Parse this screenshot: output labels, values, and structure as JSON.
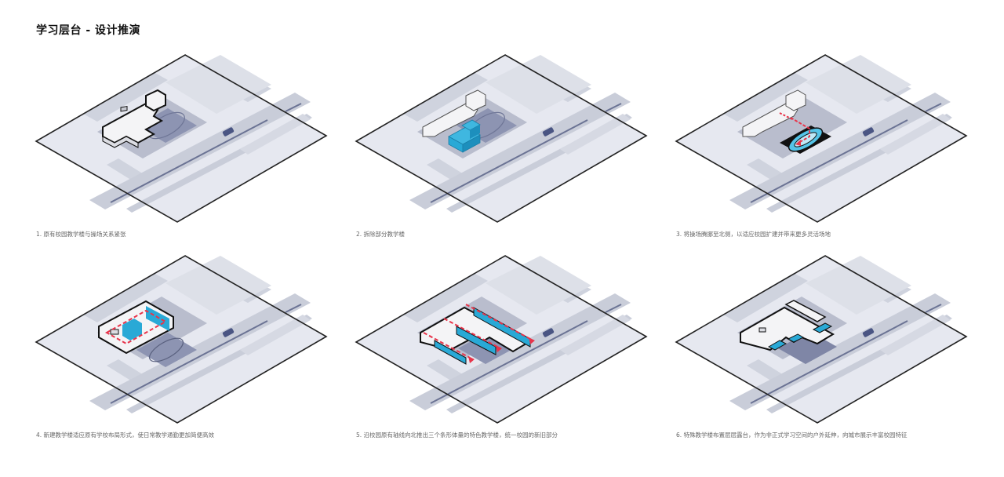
{
  "header": {
    "title": "学习层台 - 设计推演"
  },
  "colors": {
    "ground": "#e6e8f0",
    "road": "#c9cdd9",
    "plaza": "#b4b9cb",
    "track": "#7f86a6",
    "building": "#f4f4f6",
    "outline": "#111111",
    "highlight_blue": "#29a9d6",
    "arrow_red": "#e8344a",
    "vehicle": "#4a5583"
  },
  "panels": [
    {
      "step": 1,
      "caption": "1. 原有校园教学楼与操场关系紧张"
    },
    {
      "step": 2,
      "caption": "2. 拆除部分教学楼"
    },
    {
      "step": 3,
      "caption": "3. 将操场腾挪至北侧，以适应校园扩建并带来更多灵活场地"
    },
    {
      "step": 4,
      "caption": "4. 新建教学楼适应原有学校布局形式，使日常教学通勤更加简便高效"
    },
    {
      "step": 5,
      "caption": "5. 沿校园原有轴线向北推出三个条形体量的特色教学楼，统一校园的新旧部分"
    },
    {
      "step": 6,
      "caption": "6. 特殊教学楼布置层层露台，作为非正式学习空间的户外延伸，向城市展示丰富校园特征"
    }
  ]
}
